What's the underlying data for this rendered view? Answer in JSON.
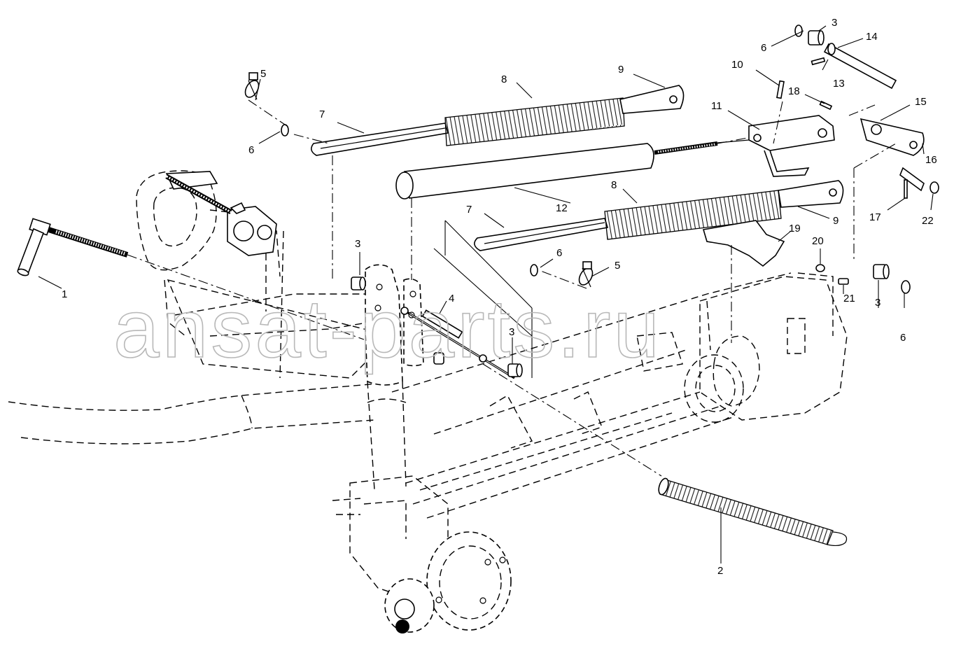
{
  "watermark": "ansat-parts.ru",
  "callouts": [
    {
      "id": "c1",
      "text": "1"
    },
    {
      "id": "c2",
      "text": "2"
    },
    {
      "id": "c3a",
      "text": "3"
    },
    {
      "id": "c3b",
      "text": "3"
    },
    {
      "id": "c3c",
      "text": "3"
    },
    {
      "id": "c3d",
      "text": "3"
    },
    {
      "id": "c4",
      "text": "4"
    },
    {
      "id": "c5a",
      "text": "5"
    },
    {
      "id": "c5b",
      "text": "5"
    },
    {
      "id": "c6a",
      "text": "6"
    },
    {
      "id": "c6b",
      "text": "6"
    },
    {
      "id": "c6c",
      "text": "6"
    },
    {
      "id": "c6d",
      "text": "6"
    },
    {
      "id": "c7a",
      "text": "7"
    },
    {
      "id": "c7b",
      "text": "7"
    },
    {
      "id": "c8a",
      "text": "8"
    },
    {
      "id": "c8b",
      "text": "8"
    },
    {
      "id": "c9a",
      "text": "9"
    },
    {
      "id": "c9b",
      "text": "9"
    },
    {
      "id": "c10",
      "text": "10"
    },
    {
      "id": "c11",
      "text": "11"
    },
    {
      "id": "c12",
      "text": "12"
    },
    {
      "id": "c13",
      "text": "13"
    },
    {
      "id": "c14",
      "text": "14"
    },
    {
      "id": "c15",
      "text": "15"
    },
    {
      "id": "c16",
      "text": "16"
    },
    {
      "id": "c17",
      "text": "17"
    },
    {
      "id": "c18",
      "text": "18"
    },
    {
      "id": "c19",
      "text": "19"
    },
    {
      "id": "c20",
      "text": "20"
    },
    {
      "id": "c21",
      "text": "21"
    },
    {
      "id": "c22",
      "text": "22"
    }
  ]
}
